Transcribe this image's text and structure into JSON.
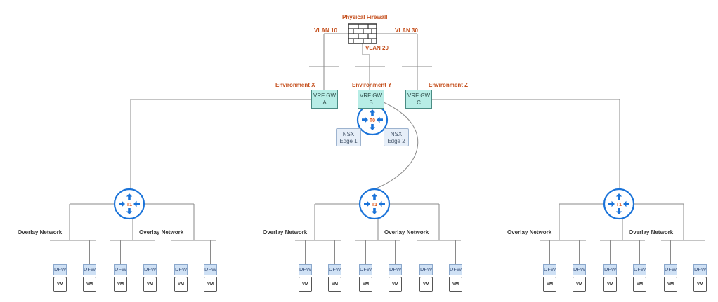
{
  "firewall": {
    "label": "Physical Firewall"
  },
  "vlans": {
    "vlan10": "VLAN 10",
    "vlan20": "VLAN 20",
    "vlan30": "VLAN 30"
  },
  "environments": {
    "x": "Environment X",
    "y": "Environment Y",
    "z": "Environment Z"
  },
  "vrf_gateways": [
    {
      "line1": "VRF GW",
      "line2": "A"
    },
    {
      "line1": "VRF GW",
      "line2": "B"
    },
    {
      "line1": "VRF GW",
      "line2": "C"
    }
  ],
  "t0": {
    "label": "T0"
  },
  "t1": {
    "label": "T1"
  },
  "edges": [
    {
      "line1": "NSX",
      "line2": "Edge 1"
    },
    {
      "line1": "NSX",
      "line2": "Edge 2"
    }
  ],
  "overlay_label": "Overlay Network",
  "dfw_label": "DFW",
  "vm_label": "VM",
  "colors": {
    "accent_orange": "#c5501e",
    "router_blue": "#1a73d9",
    "vrf_fill": "#b7ede6",
    "dfw_fill": "#cfe1f5",
    "line_gray": "#8a8a8a"
  }
}
